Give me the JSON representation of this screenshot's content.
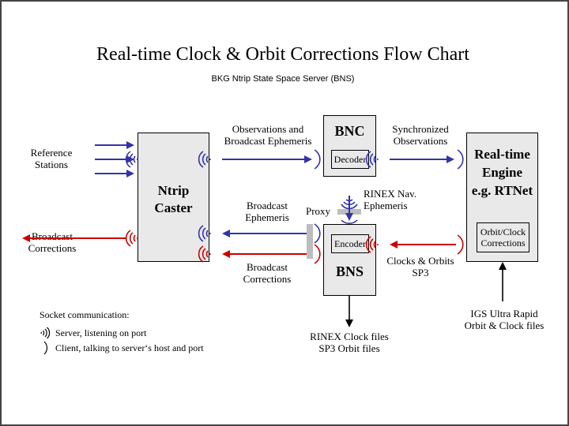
{
  "page": {
    "title": "Real-time Clock & Orbit Corrections Flow Chart",
    "subtitle": "BKG Ntrip State Space Server  (BNS)"
  },
  "colors": {
    "blue": "#3333aa",
    "red": "#cc0000",
    "black": "#000000",
    "box_fill": "#e9e9e9",
    "proxy_gray": "#bdbdbd",
    "border": "#454545"
  },
  "boxes": {
    "ntrip_caster": {
      "line1": "Ntrip",
      "line2": "Caster"
    },
    "bnc": {
      "title": "BNC",
      "inner": "Decoder"
    },
    "bns": {
      "title": "BNS",
      "inner": "Encoder"
    },
    "rt_engine": {
      "line1": "Real-time",
      "line2": "Engine",
      "line3": "e.g. RTNet",
      "inner_line1": "Orbit/Clock",
      "inner_line2": "Corrections"
    }
  },
  "labels": {
    "reference_stations_l1": "Reference",
    "reference_stations_l2": "Stations",
    "broadcast_corrections_out_l1": "Broadcast",
    "broadcast_corrections_out_l2": "Corrections",
    "observations_l1": "Observations and",
    "observations_l2": "Broadcast Ephemeris",
    "synchronized_l1": "Synchronized",
    "synchronized_l2": "Observations",
    "broadcast_ephemeris_l1": "Broadcast",
    "broadcast_ephemeris_l2": "Ephemeris",
    "broadcast_corrections_l1": "Broadcast",
    "broadcast_corrections_l2": "Corrections",
    "proxy": "Proxy",
    "rinex_nav_l1": "RINEX Nav.",
    "rinex_nav_l2": "Ephemeris",
    "clocks_orbits_l1": "Clocks & Orbits",
    "clocks_orbits_l2": "SP3",
    "rinex_clock_files_l1": "RINEX Clock files",
    "rinex_clock_files_l2": "SP3 Orbit files",
    "igs_l1": "IGS Ultra Rapid",
    "igs_l2": "Orbit & Clock files"
  },
  "legend": {
    "heading": "Socket communication:",
    "server": "Server,  listening on port",
    "client": "Client, talking to server‘s host and port"
  }
}
